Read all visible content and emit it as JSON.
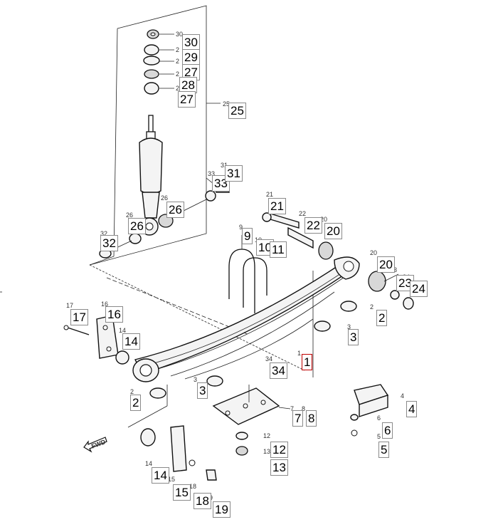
{
  "diagram": {
    "accent_color": "#c00000",
    "label_border_color": "#8a8a8a",
    "fwd_text": "FWD",
    "callouts": [
      {
        "id": "30",
        "text": "30"
      },
      {
        "id": "29",
        "text": "29"
      },
      {
        "id": "27a",
        "text": "27"
      },
      {
        "id": "28",
        "text": "28"
      },
      {
        "id": "27b",
        "text": "27"
      },
      {
        "id": "25",
        "text": "25"
      },
      {
        "id": "33",
        "text": "33"
      },
      {
        "id": "31",
        "text": "31"
      },
      {
        "id": "21",
        "text": "21"
      },
      {
        "id": "26a",
        "text": "26"
      },
      {
        "id": "22",
        "text": "22"
      },
      {
        "id": "20a",
        "text": "20"
      },
      {
        "id": "26b",
        "text": "26"
      },
      {
        "id": "9",
        "text": "9"
      },
      {
        "id": "32",
        "text": "32"
      },
      {
        "id": "10",
        "text": "10"
      },
      {
        "id": "11",
        "text": "11"
      },
      {
        "id": "20b",
        "text": "20"
      },
      {
        "id": "23",
        "text": "23"
      },
      {
        "id": "24",
        "text": "24"
      },
      {
        "id": "17",
        "text": "17"
      },
      {
        "id": "16",
        "text": "16"
      },
      {
        "id": "2a",
        "text": "2"
      },
      {
        "id": "14a",
        "text": "14"
      },
      {
        "id": "3a",
        "text": "3"
      },
      {
        "id": "1",
        "text": "1",
        "active": true
      },
      {
        "id": "34",
        "text": "34"
      },
      {
        "id": "3b",
        "text": "3"
      },
      {
        "id": "2b",
        "text": "2"
      },
      {
        "id": "4",
        "text": "4"
      },
      {
        "id": "7",
        "text": "7"
      },
      {
        "id": "8",
        "text": "8"
      },
      {
        "id": "6",
        "text": "6"
      },
      {
        "id": "5",
        "text": "5"
      },
      {
        "id": "12",
        "text": "12"
      },
      {
        "id": "13",
        "text": "13"
      },
      {
        "id": "14b",
        "text": "14"
      },
      {
        "id": "15",
        "text": "15"
      },
      {
        "id": "18",
        "text": "18"
      },
      {
        "id": "19",
        "text": "19"
      }
    ]
  }
}
